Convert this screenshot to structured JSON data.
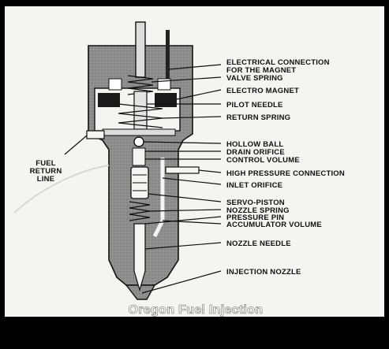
{
  "title_caption": "Oregon Fuel Injection",
  "labels": {
    "electrical_connection": [
      "ELECTRICAL CONNECTION",
      "FOR THE MAGNET"
    ],
    "valve_spring": "VALVE SPRING",
    "electro_magnet": "ELECTRO MAGNET",
    "pilot_needle": "PILOT NEEDLE",
    "return_spring": "RETURN SPRING",
    "hollow_ball": "HOLLOW BALL",
    "drain_orifice": "DRAIN ORIFICE",
    "control_volume": "CONTROL VOLUME",
    "high_pressure_connection": "HIGH PRESSURE CONNECTION",
    "inlet_orifice": "INLET ORIFICE",
    "servo_piston": "SERVO-PISTON",
    "nozzle_spring": "NOZZLE SPRING",
    "pressure_pin": "PRESSURE PIN",
    "accumulator_volume": "ACCUMULATOR VOLUME",
    "nozzle_needle": "NOZZLE NEEDLE",
    "injection_nozzle": "INJECTION NOZZLE",
    "fuel_return_line": [
      "FUEL",
      "RETURN",
      "LINE"
    ]
  },
  "colors": {
    "background": "#000000",
    "paper": "#f4f4f2",
    "body_gray": "#8e8e8e",
    "ink": "#111111"
  }
}
